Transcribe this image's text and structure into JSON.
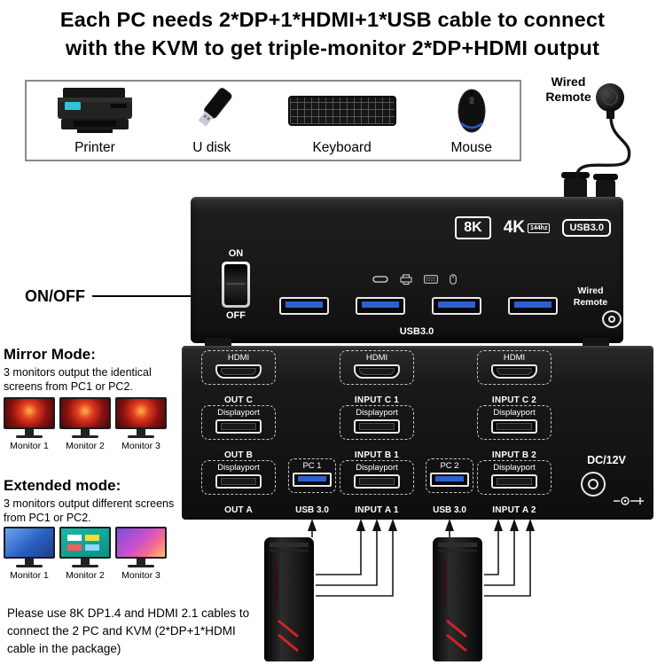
{
  "header": {
    "line1": "Each PC needs 2*DP+1*HDMI+1*USB cable to connect",
    "line2": "with the KVM to get triple-monitor 2*DP+HDMI output"
  },
  "peripherals": {
    "printer": "Printer",
    "udisk": "U disk",
    "keyboard": "Keyboard",
    "mouse": "Mouse"
  },
  "wired_remote_top": {
    "line1": "Wired",
    "line2": "Remote"
  },
  "front": {
    "badge_8k": "8K",
    "badge_4k": "4K",
    "badge_4k_hz": "144hz",
    "badge_usb30": "USB3.0",
    "switch_on": "ON",
    "switch_off": "OFF",
    "power_label": "ON/OFF",
    "usb_ports_label": "USB3.0",
    "remote_line1": "Wired",
    "remote_line2": "Remote"
  },
  "rear": {
    "out": {
      "rows": [
        {
          "type": "HDMI",
          "name": "OUT C"
        },
        {
          "type": "Displayport",
          "name": "OUT B"
        },
        {
          "type": "Displayport",
          "name": "OUT A"
        }
      ]
    },
    "in1": {
      "rows": [
        {
          "type": "HDMI",
          "name": "INPUT C 1"
        },
        {
          "type": "Displayport",
          "name": "INPUT B 1"
        },
        {
          "type": "Displayport",
          "name": "INPUT A 1"
        }
      ]
    },
    "in2": {
      "rows": [
        {
          "type": "HDMI",
          "name": "INPUT C 2"
        },
        {
          "type": "Displayport",
          "name": "INPUT B 2"
        },
        {
          "type": "Displayport",
          "name": "INPUT A 2"
        }
      ]
    },
    "usb1": {
      "label": "PC 1",
      "name": "USB 3.0"
    },
    "usb2": {
      "label": "PC 2",
      "name": "USB 3.0"
    },
    "dc": "DC/12V"
  },
  "mirror": {
    "title": "Mirror Mode:",
    "desc1": "3 monitors output the identical",
    "desc2": "screens from PC1 or PC2.",
    "monitors": [
      "Monitor 1",
      "Monitor 2",
      "Monitor 3"
    ]
  },
  "extended": {
    "title": "Extended mode:",
    "desc1": "3 monitors output different screens",
    "desc2": "from PC1 or PC2.",
    "monitors": [
      "Monitor 1",
      "Monitor 2",
      "Monitor 3"
    ]
  },
  "note": {
    "line1": "Please use 8K DP1.4 and HDMI 2.1 cables to",
    "line2": "connect the 2 PC and KVM (2*DP+1*HDMI",
    "line3": "cable in the package)"
  },
  "colors": {
    "usb_blue": "#2e5fd0",
    "device_black": "#171717",
    "pc_red_accent": "#d3202a"
  }
}
